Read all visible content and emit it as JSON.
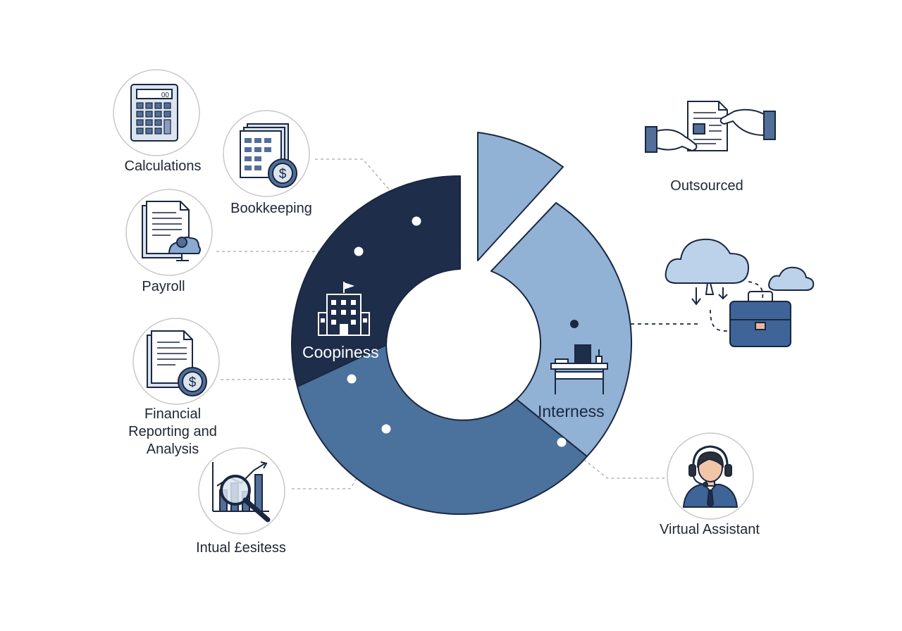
{
  "colors": {
    "navy": "#1e2d49",
    "mid_blue": "#4b719d",
    "light_blue": "#91b1d5",
    "outline": "#1a2740",
    "icon_fill": "#516f98",
    "circle_border": "#c8c8c8",
    "leader_line": "#a9a9a9"
  },
  "chart": {
    "segments": [
      {
        "label": "Coopiness",
        "color": "#1e2d49",
        "icon": "office-building-icon"
      },
      {
        "label": "Interness",
        "color": "#91b1d5",
        "icon": "office-desk-icon"
      },
      {
        "label": "",
        "color": "#4b719d"
      },
      {
        "label": "",
        "color": "#91b1d5",
        "exploded": true
      }
    ]
  },
  "services": [
    {
      "label": "Calculations",
      "icon": "calculator-icon"
    },
    {
      "label": "Bookkeeping",
      "icon": "bookkeeping-ledger-icon"
    },
    {
      "label": "Payroll",
      "icon": "payroll-document-icon"
    },
    {
      "label_lines": [
        "Financial",
        "Reporting and",
        "Analysis"
      ],
      "icon": "financial-report-icon"
    },
    {
      "label": "Intual £esitess",
      "icon": "analytics-magnifier-icon"
    }
  ],
  "providers": [
    {
      "label": "Outsourced",
      "icon": "handshake-document-icon"
    },
    {
      "label": "",
      "icon": "cloud-briefcase-icon"
    },
    {
      "label": "Virtual Assistant",
      "icon": "headset-agent-icon"
    }
  ]
}
